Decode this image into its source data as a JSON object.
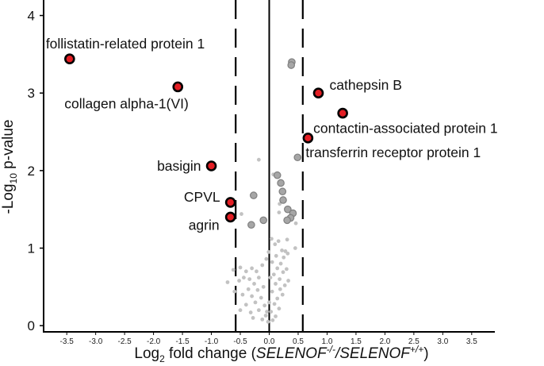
{
  "chart_data": {
    "type": "scatter",
    "title": "",
    "xlabel": {
      "prefix": "Log",
      "sub": "2",
      "mid": " fold change (",
      "g1": "SELENOF",
      "s1": "-/-",
      "slash": "/",
      "g2": "SELENOF",
      "s2": "+/+",
      "end": ")"
    },
    "ylabel": {
      "prefix": "-Log",
      "sub": "10",
      "suffix": " p-value"
    },
    "xlim": [
      -3.9,
      3.9
    ],
    "ylim": [
      -0.08,
      4.2
    ],
    "x_ticks": [
      "-3.5",
      "-3.0",
      "-2.5",
      "-2.0",
      "-1.5",
      "-1.0",
      "-0.5",
      "0.0",
      "0.5",
      "1.0",
      "1.5",
      "2.0",
      "2.5",
      "3.0",
      "3.5"
    ],
    "y_ticks": [
      "0",
      "1",
      "2",
      "3",
      "4"
    ],
    "fold_change_cutoffs": [
      -0.58,
      0.58
    ],
    "grid": false,
    "labeled_points": [
      {
        "label": "follistatin-related protein 1",
        "x": -3.45,
        "y": 3.44
      },
      {
        "label": "collagen alpha-1(VI)",
        "x": -1.58,
        "y": 3.08
      },
      {
        "label": "basigin",
        "x": -1.0,
        "y": 2.06
      },
      {
        "label": "CPVL",
        "x": -0.67,
        "y": 1.59
      },
      {
        "label": "agrin",
        "x": -0.67,
        "y": 1.4
      },
      {
        "label": "cathepsin B",
        "x": 0.85,
        "y": 3.0
      },
      {
        "label": "contactin-associated protein 1",
        "x": 1.27,
        "y": 2.74
      },
      {
        "label": "transferrin receptor protein 1",
        "x": 0.67,
        "y": 2.42
      }
    ],
    "gray_points": [
      {
        "x": 0.39,
        "y": 3.4
      },
      {
        "x": 0.38,
        "y": 3.36
      },
      {
        "x": 0.49,
        "y": 2.17
      },
      {
        "x": 0.14,
        "y": 1.94
      },
      {
        "x": 0.2,
        "y": 1.84
      },
      {
        "x": 0.23,
        "y": 1.73
      },
      {
        "x": 0.24,
        "y": 1.62
      },
      {
        "x": 0.32,
        "y": 1.5
      },
      {
        "x": 0.41,
        "y": 1.45
      },
      {
        "x": 0.37,
        "y": 1.39
      },
      {
        "x": 0.31,
        "y": 1.36
      },
      {
        "x": -0.27,
        "y": 1.68
      },
      {
        "x": -0.31,
        "y": 1.3
      },
      {
        "x": -0.1,
        "y": 1.36
      }
    ],
    "ns_points": [
      {
        "x": -0.18,
        "y": 2.14
      },
      {
        "x": -0.48,
        "y": 1.44
      },
      {
        "x": 0.07,
        "y": 1.95
      },
      {
        "x": 0.18,
        "y": 1.57
      },
      {
        "x": 0.17,
        "y": 1.46
      },
      {
        "x": 0.46,
        "y": 1.32
      },
      {
        "x": 0.31,
        "y": 1.11
      },
      {
        "x": 0.16,
        "y": 1.09
      },
      {
        "x": 0.1,
        "y": 1.05
      },
      {
        "x": 0.22,
        "y": 0.97
      },
      {
        "x": 0.28,
        "y": 0.96
      },
      {
        "x": 0.45,
        "y": 1.0
      },
      {
        "x": 0.32,
        "y": 0.93
      },
      {
        "x": 0.12,
        "y": 0.9
      },
      {
        "x": 0.25,
        "y": 0.88
      },
      {
        "x": 0.05,
        "y": 0.82
      },
      {
        "x": 0.2,
        "y": 0.8
      },
      {
        "x": 0.14,
        "y": 0.74
      },
      {
        "x": 0.3,
        "y": 0.73
      },
      {
        "x": 0.24,
        "y": 0.69
      },
      {
        "x": 0.08,
        "y": 0.66
      },
      {
        "x": 0.18,
        "y": 0.6
      },
      {
        "x": 0.33,
        "y": 0.58
      },
      {
        "x": 0.11,
        "y": 0.54
      },
      {
        "x": 0.27,
        "y": 0.52
      },
      {
        "x": 0.19,
        "y": 0.47
      },
      {
        "x": 0.05,
        "y": 0.44
      },
      {
        "x": 0.23,
        "y": 0.4
      },
      {
        "x": 0.14,
        "y": 0.35
      },
      {
        "x": 0.09,
        "y": 0.28
      },
      {
        "x": 0.17,
        "y": 0.22
      },
      {
        "x": 0.03,
        "y": 0.18
      },
      {
        "x": 0.11,
        "y": 0.12
      },
      {
        "x": 0.06,
        "y": 0.07
      },
      {
        "x": -0.05,
        "y": 0.86
      },
      {
        "x": -0.12,
        "y": 0.78
      },
      {
        "x": -0.22,
        "y": 0.7
      },
      {
        "x": -0.3,
        "y": 0.74
      },
      {
        "x": -0.4,
        "y": 0.7
      },
      {
        "x": -0.5,
        "y": 0.75
      },
      {
        "x": -0.62,
        "y": 0.72
      },
      {
        "x": -0.44,
        "y": 0.62
      },
      {
        "x": -0.34,
        "y": 0.6
      },
      {
        "x": -0.18,
        "y": 0.62
      },
      {
        "x": -0.26,
        "y": 0.54
      },
      {
        "x": -0.52,
        "y": 0.58
      },
      {
        "x": -0.72,
        "y": 0.56
      },
      {
        "x": -0.1,
        "y": 0.5
      },
      {
        "x": -0.2,
        "y": 0.46
      },
      {
        "x": -0.36,
        "y": 0.47
      },
      {
        "x": -0.46,
        "y": 0.4
      },
      {
        "x": -0.6,
        "y": 0.44
      },
      {
        "x": -0.3,
        "y": 0.38
      },
      {
        "x": -0.14,
        "y": 0.36
      },
      {
        "x": -0.24,
        "y": 0.3
      },
      {
        "x": -0.4,
        "y": 0.27
      },
      {
        "x": -0.08,
        "y": 0.26
      },
      {
        "x": -0.18,
        "y": 0.2
      },
      {
        "x": -0.32,
        "y": 0.17
      },
      {
        "x": -0.06,
        "y": 0.13
      },
      {
        "x": -0.12,
        "y": 0.08
      },
      {
        "x": -0.02,
        "y": 0.05
      },
      {
        "x": -0.04,
        "y": 0.18
      },
      {
        "x": -0.28,
        "y": 0.1
      },
      {
        "x": -0.5,
        "y": 0.2
      },
      {
        "x": 0.0,
        "y": 0.3
      },
      {
        "x": 0.02,
        "y": 0.62
      },
      {
        "x": -0.01,
        "y": 0.95
      },
      {
        "x": 0.04,
        "y": 1.12
      }
    ],
    "colors": {
      "highlight_fill": "#e31e24",
      "highlight_stroke": "#000000",
      "gray_fill": "#a6a6a6",
      "gray_stroke": "#7f7f7f",
      "ns_fill": "#c2c2c2",
      "axis": "#000000"
    }
  }
}
